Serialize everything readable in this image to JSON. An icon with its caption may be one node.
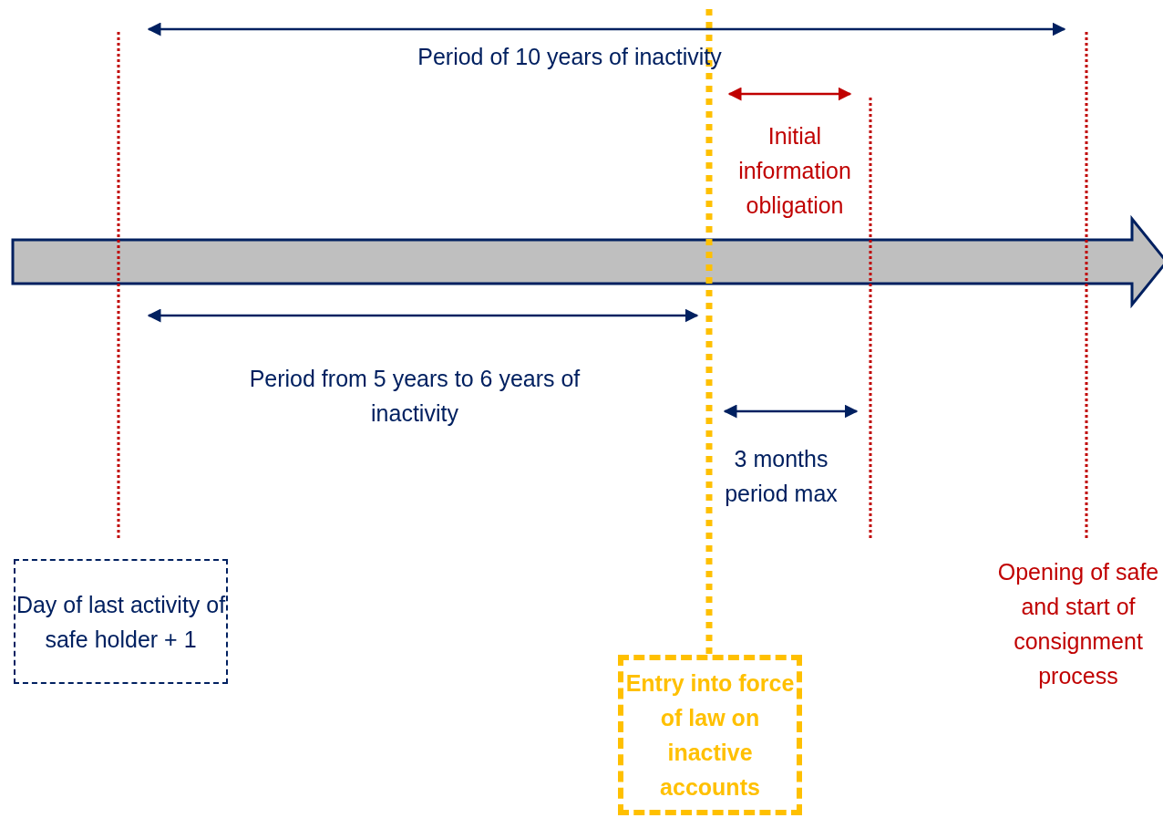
{
  "diagram": {
    "nodes": [
      {
        "text": [
          "Day of last activity of safe holder + 1"
        ]
      },
      {
        "text": [
          "Entry into force of law on inactive accounts"
        ]
      }
    ],
    "labels": [
      "Period of 10 years of inactivity",
      "Initial information obligation",
      "Period from 5 years to 6 years of inactivity",
      "3 months period max",
      "Opening of safe and start of consignment process"
    ]
  }
}
